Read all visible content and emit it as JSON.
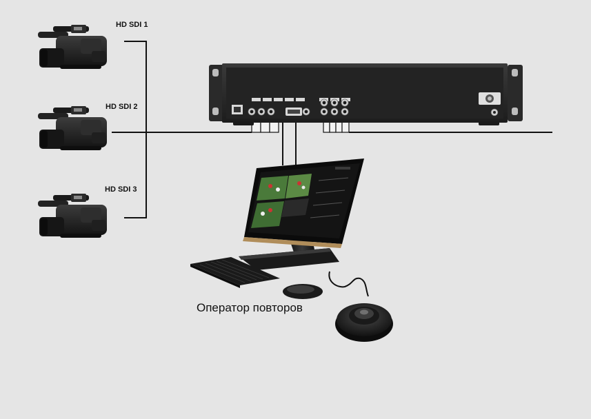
{
  "labels": {
    "camera1": "HD SDI 1",
    "camera2": "HD SDI 2",
    "camera3": "HD SDI 3",
    "operator": "Оператор повторов"
  },
  "icons": {
    "camera": "video-camera-icon",
    "server": "rack-server-icon",
    "monitor": "all-in-one-monitor-icon",
    "keyboard": "keyboard-icon",
    "mouse": "mouse-icon",
    "jog": "jog-shuttle-controller-icon"
  },
  "colors": {
    "background": "#e5e5e5",
    "cable": "#111111",
    "device": "#1f1f1f",
    "rack_panel": "#262626"
  }
}
